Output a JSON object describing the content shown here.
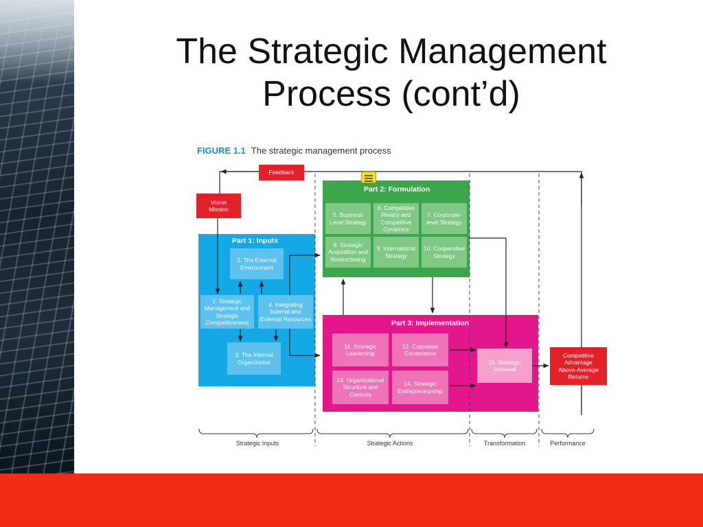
{
  "slide": {
    "title_line1": "The Strategic Management",
    "title_line2": "Process (cont’d)"
  },
  "figure": {
    "number": "FIGURE 1.1",
    "caption": "The strategic management process",
    "feedback": "Feedback",
    "vision_mission": [
      "Vision",
      "Mission"
    ],
    "part1": {
      "title": "Part 1: Inputs",
      "boxes": [
        "2. The External Environment",
        "1. Strategic Management and Strategic Competitiveness",
        "4. Integrating Internal and External Resources",
        "3. The Internal Organization"
      ]
    },
    "part2": {
      "title": "Part 2: Formulation",
      "boxes": [
        "5. Business Level Strategy",
        "6. Competitive Rivalry and Competitive Dynamics",
        "7. Corporate-level Strategy",
        "8. Strategic Acquisition and Restructuring",
        "9. International Strategy",
        "10. Cooperative Strategy"
      ]
    },
    "part3": {
      "title": "Part 3: Implementation",
      "boxes": [
        "11. Strategic Leadership",
        "12. Corporate Governance",
        "13. Organizational Structure and Controls",
        "14. Strategic Entrepreneurship"
      ]
    },
    "renewal": "15. Strategic Renewal",
    "outcome": [
      "Competitive",
      "Advantage",
      "Above-Average",
      "Returns"
    ],
    "phases": [
      "Strategic Inputs",
      "Strategic Actions",
      "Transformation",
      "Performance"
    ],
    "colors": {
      "inputs": "#14a8e6",
      "inputs_box": "#5dc3ee",
      "formulation": "#3aa54a",
      "formulation_box": "#7fc985",
      "implementation": "#e3168c",
      "implementation_box": "#ef74b7",
      "renewal_box": "#f5a0cc",
      "red": "#e22228",
      "slide_bar": "#f02c14"
    }
  }
}
